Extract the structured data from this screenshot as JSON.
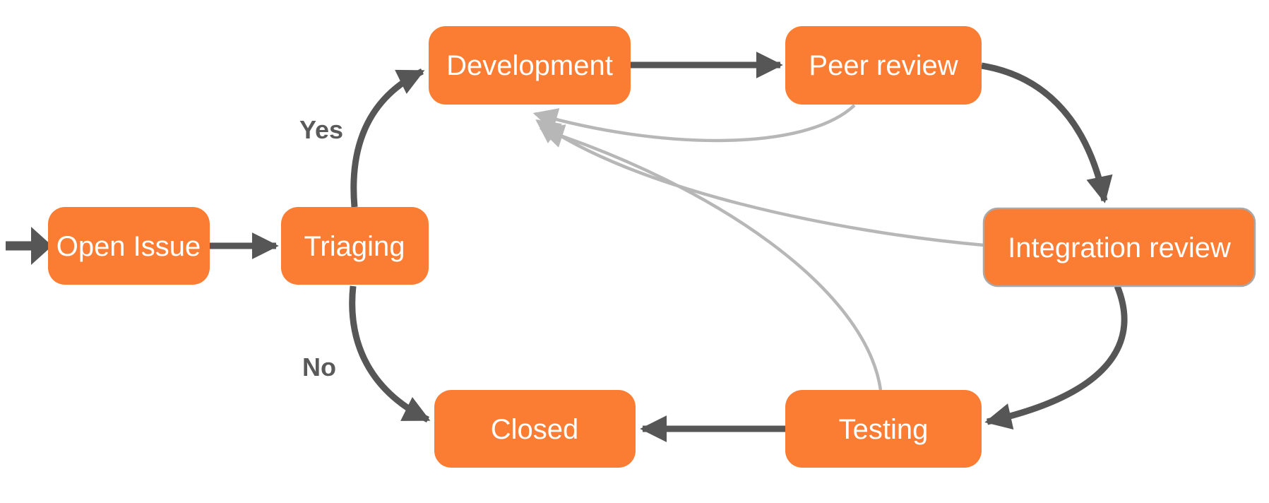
{
  "diagram": {
    "type": "flowchart",
    "background": "#FFFFFF",
    "colors": {
      "node_fill": "#FB7D33",
      "node_text": "#FFFFFF",
      "arrow_dark": "#565656",
      "arrow_light": "#B7B7B7",
      "integration_border": "#A9A9A9",
      "edge_label": "#5A5A5A"
    },
    "nodes": [
      {
        "id": "open-issue",
        "label": "Open Issue"
      },
      {
        "id": "triaging",
        "label": "Triaging"
      },
      {
        "id": "development",
        "label": "Development"
      },
      {
        "id": "peer-review",
        "label": "Peer review"
      },
      {
        "id": "integration-review",
        "label": "Integration review"
      },
      {
        "id": "testing",
        "label": "Testing"
      },
      {
        "id": "closed",
        "label": "Closed"
      }
    ],
    "edges": [
      {
        "from": "start",
        "to": "Open Issue",
        "style": "dark",
        "label": ""
      },
      {
        "from": "Open Issue",
        "to": "Triaging",
        "style": "dark",
        "label": ""
      },
      {
        "from": "Triaging",
        "to": "Development",
        "style": "dark",
        "label": "Yes"
      },
      {
        "from": "Triaging",
        "to": "Closed",
        "style": "dark",
        "label": "No"
      },
      {
        "from": "Development",
        "to": "Peer review",
        "style": "dark",
        "label": ""
      },
      {
        "from": "Peer review",
        "to": "Integration review",
        "style": "dark",
        "label": ""
      },
      {
        "from": "Integration review",
        "to": "Testing",
        "style": "dark",
        "label": ""
      },
      {
        "from": "Testing",
        "to": "Closed",
        "style": "dark",
        "label": ""
      },
      {
        "from": "Peer review",
        "to": "Development",
        "style": "light",
        "label": ""
      },
      {
        "from": "Integration review",
        "to": "Development",
        "style": "light",
        "label": ""
      },
      {
        "from": "Testing",
        "to": "Development",
        "style": "light",
        "label": ""
      }
    ]
  }
}
